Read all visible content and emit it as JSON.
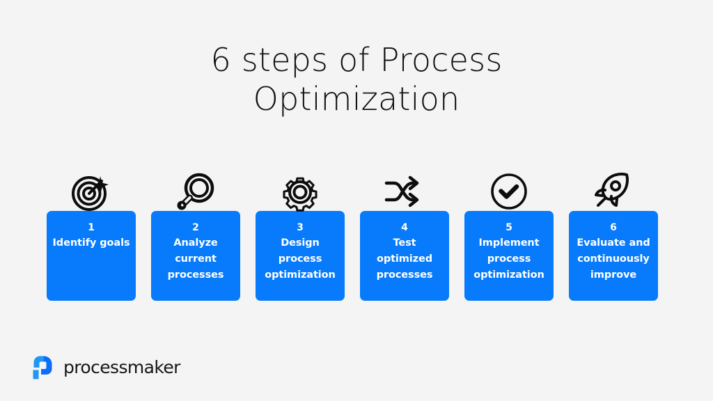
{
  "background_color": "#f4f4f4",
  "accent_color": "#077bfb",
  "title": {
    "line1": "6 steps of Process",
    "line2": "Optimization",
    "full": "6 steps of Process Optimization",
    "color": "#111111"
  },
  "steps": [
    {
      "number": "1",
      "label": "Identify goals",
      "icon": "target-icon",
      "card_color": "#077bfb",
      "text_color": "#ffffff"
    },
    {
      "number": "2",
      "label": "Analyze current processes",
      "icon": "magnifier-icon",
      "card_color": "#077bfb",
      "text_color": "#ffffff"
    },
    {
      "number": "3",
      "label": "Design process optimization",
      "icon": "gear-icon",
      "card_color": "#077bfb",
      "text_color": "#ffffff"
    },
    {
      "number": "4",
      "label": "Test optimized processes",
      "icon": "shuffle-arrows-icon",
      "card_color": "#077bfb",
      "text_color": "#ffffff"
    },
    {
      "number": "5",
      "label": "Implement process optimization",
      "icon": "check-circle-icon",
      "card_color": "#077bfb",
      "text_color": "#ffffff"
    },
    {
      "number": "6",
      "label": "Evaluate and continuously improve",
      "icon": "rocket-icon",
      "card_color": "#077bfb",
      "text_color": "#ffffff"
    }
  ],
  "logo": {
    "wordmark": "processmaker",
    "mark_icon": "processmaker-p-mark-icon",
    "mark_color_light": "#2196f3",
    "mark_color_dark": "#0b6efb",
    "text_color": "#16161a"
  }
}
